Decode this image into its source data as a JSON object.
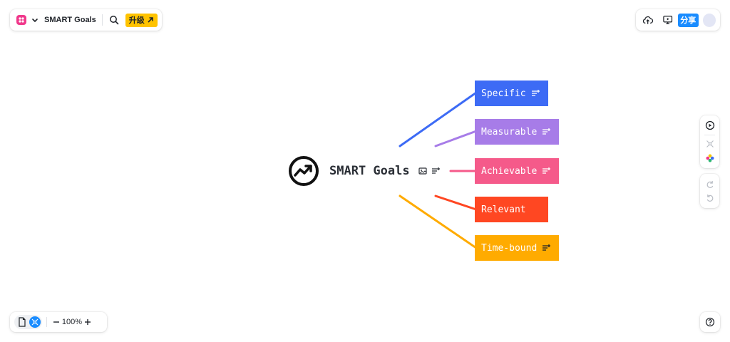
{
  "header": {
    "doc_title": "SMART Goals",
    "upgrade_label": "升级",
    "share_label": "分享"
  },
  "zoom": {
    "level": "100%"
  },
  "colors": {
    "accent": "#1a8cff",
    "upgrade": "#ffc300",
    "specific": "#3d6bf5",
    "measurable": "#a77ce8",
    "achievable": "#f55a8a",
    "relevant": "#ff4722",
    "time_bound": "#ffab00"
  },
  "mindmap": {
    "central": {
      "title": "SMART Goals",
      "icon": "trending-up-circle-icon"
    },
    "branches": [
      {
        "label": "Specific",
        "color": "#3d6bf5"
      },
      {
        "label": "Measurable",
        "color": "#a77ce8"
      },
      {
        "label": "Achievable",
        "color": "#f55a8a"
      },
      {
        "label": "Relevant",
        "color": "#ff4722"
      },
      {
        "label": "Time-bound",
        "color": "#ffab00"
      }
    ]
  },
  "icons": {
    "top_left": [
      "app-logo-icon",
      "chevron-down-icon",
      "search-icon",
      "arrow-up-right-icon"
    ],
    "top_right": [
      "cloud-upload-icon",
      "presentation-icon",
      "avatar"
    ],
    "side": [
      "play-circle-icon",
      "layout-icon",
      "palette-icon",
      "redo-icon",
      "undo-icon"
    ],
    "bottom": [
      "document-icon",
      "mindmap-icon",
      "minus-icon",
      "plus-icon",
      "help-icon"
    ]
  }
}
